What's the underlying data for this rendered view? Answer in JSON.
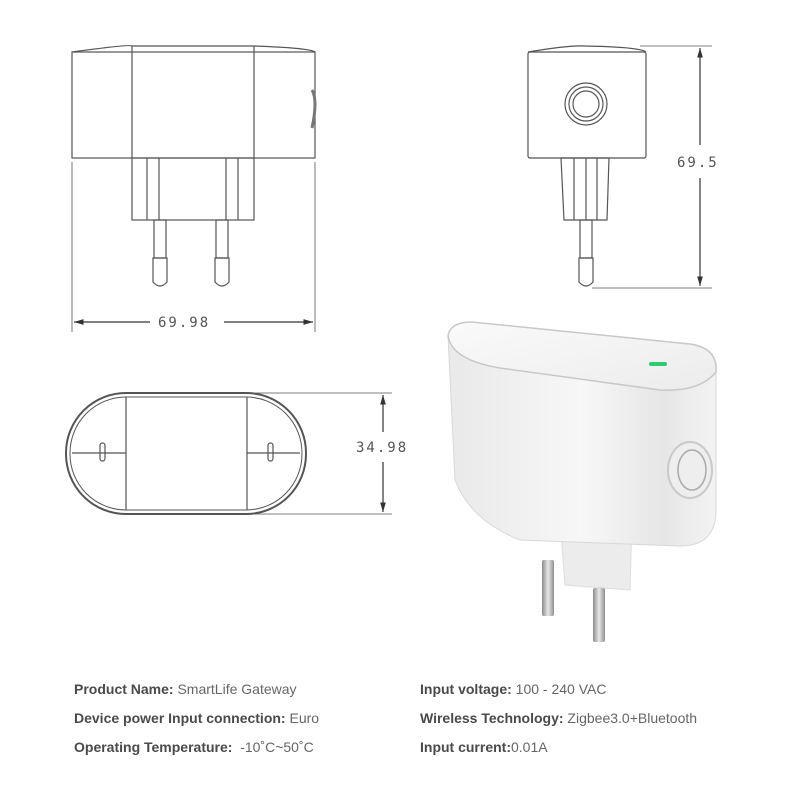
{
  "dimensions": {
    "width": "69.98",
    "height": "69.5",
    "depth": "34.98"
  },
  "views": {
    "front": "front-view",
    "side": "side-view",
    "top": "top-view",
    "render": "product-render"
  },
  "colors": {
    "led": "#2ecc71",
    "line": "#555555",
    "label": "#4a4a4a",
    "value": "#666666"
  },
  "specs": {
    "left": [
      {
        "label": "Product Name:",
        "value": " SmartLife Gateway"
      },
      {
        "label": "Device power Input connection:",
        "value": " Euro"
      },
      {
        "label": "Operating Temperature:",
        "value": "  -10˚C~50˚C"
      }
    ],
    "right": [
      {
        "label": "Input voltage:",
        "value": " 100 - 240 VAC"
      },
      {
        "label": "Wireless Technology:",
        "value": " Zigbee3.0+Bluetooth"
      },
      {
        "label": "Input current:",
        "value": "0.01A"
      }
    ]
  }
}
